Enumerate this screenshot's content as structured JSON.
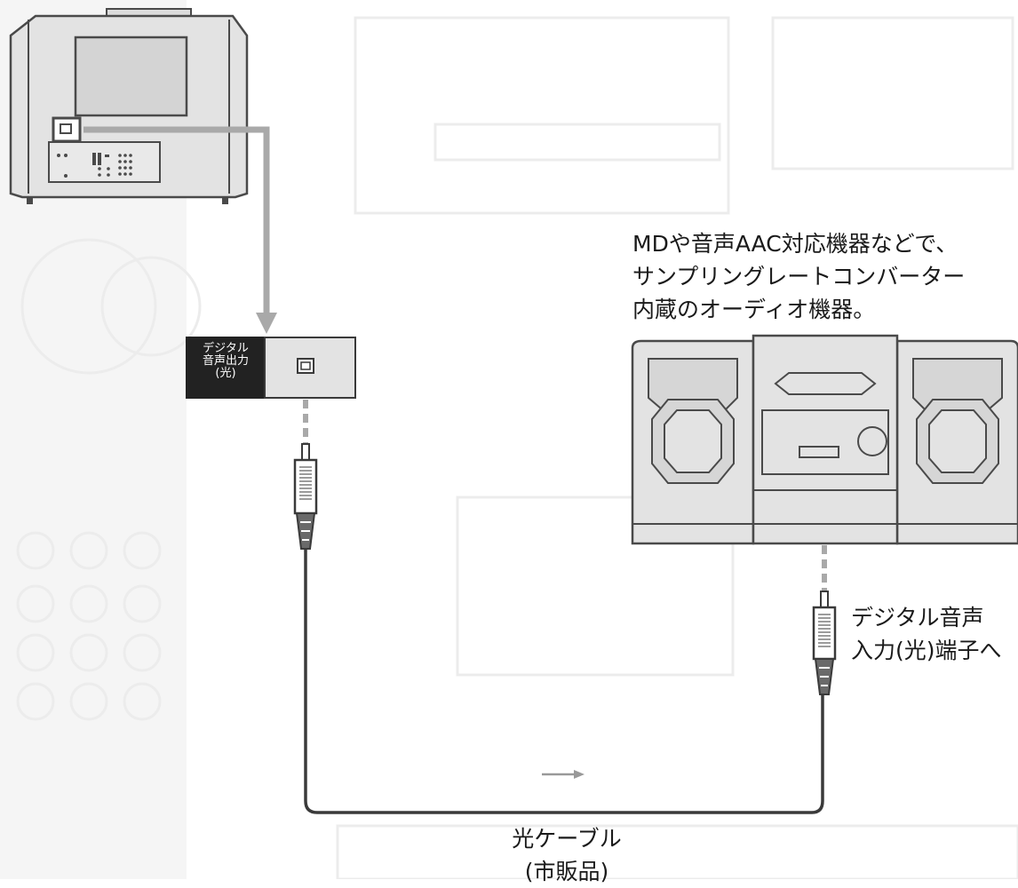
{
  "port_label": {
    "line1": "デジタル",
    "line2": "音声出力",
    "line3": "(光)"
  },
  "device_description": {
    "line1": "MDや音声AAC対応機器などで、",
    "line2": "サンプリングレートコンバーター",
    "line3": "内蔵のオーディオ機器。"
  },
  "input_terminal_label": {
    "line1": "デジタル音声",
    "line2": "入力(光)端子へ"
  },
  "cable_label": {
    "line1": "光ケーブル",
    "line2": "(市販品)"
  },
  "colors": {
    "line": "#4a4a4a",
    "cable_gray": "#a9a9a9",
    "device_fill": "#e3e3e3",
    "port_dark": "#222222",
    "ghost": "#e9e9e9"
  }
}
